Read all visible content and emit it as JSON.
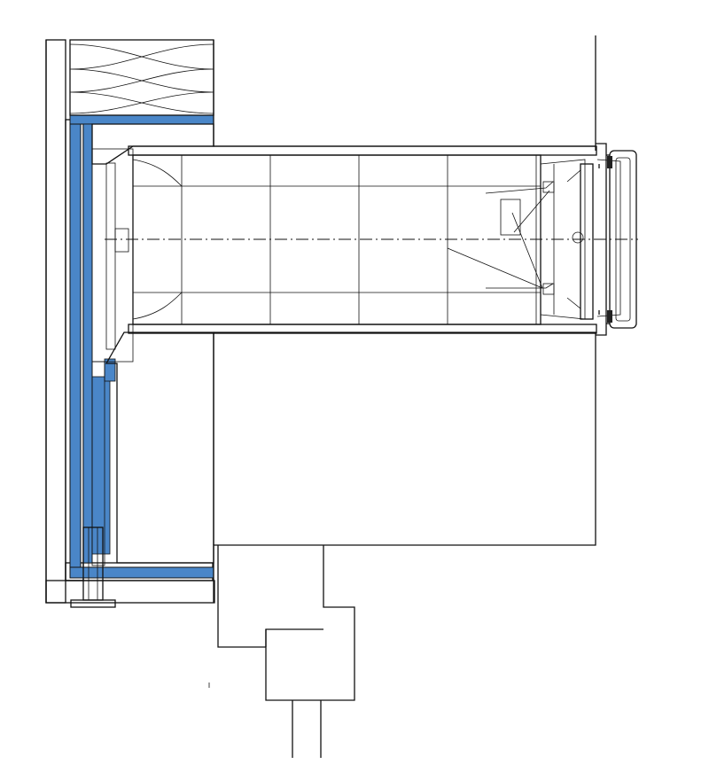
{
  "figure": {
    "kind": "technical-section-drawing",
    "text_labels": [],
    "components": [
      {
        "id": "plaster-render",
        "label": ""
      },
      {
        "id": "batt-insulation",
        "label": ""
      },
      {
        "id": "vapour-barrier",
        "label": ""
      },
      {
        "id": "rigid-foam-insulation",
        "label": ""
      },
      {
        "id": "duct-sleeve",
        "label": ""
      },
      {
        "id": "louvre-grille",
        "label": ""
      },
      {
        "id": "filter-element",
        "label": ""
      },
      {
        "id": "damper-mechanism",
        "label": ""
      },
      {
        "id": "drain-pipe",
        "label": ""
      },
      {
        "id": "centre-line",
        "label": ""
      }
    ]
  },
  "colors": {
    "membrane_blue": "#4a86c8",
    "insulation_fill": "#d3e0f0",
    "cavity_fill": "#eef1fa",
    "linework": "#111111",
    "render_fill": "#f3f3f3"
  }
}
